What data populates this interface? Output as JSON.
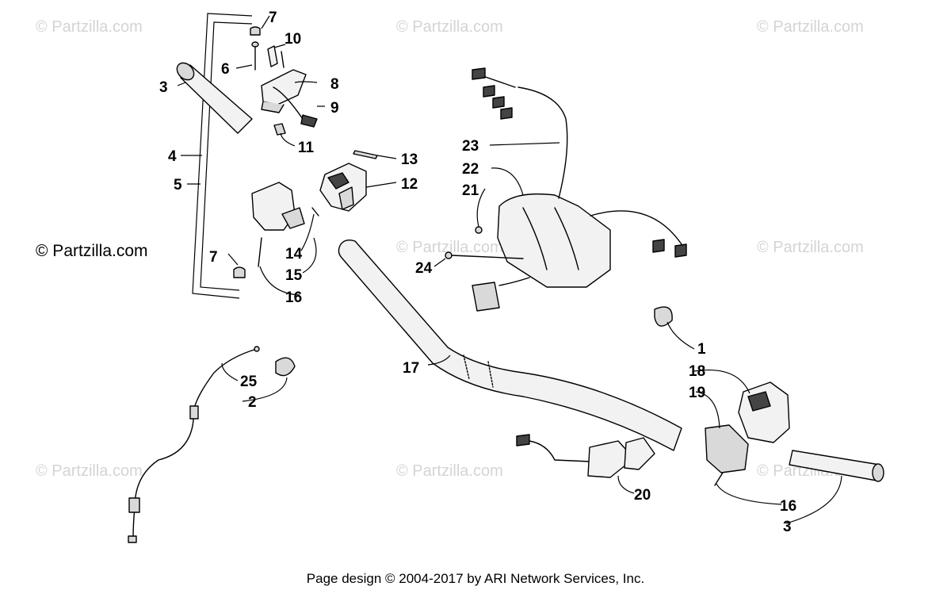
{
  "watermarks": {
    "main": "© Partzilla.com",
    "faint": "© Partzilla.com"
  },
  "callouts": {
    "c1": "1",
    "c2": "2",
    "c3a": "3",
    "c3b": "3",
    "c4": "4",
    "c5": "5",
    "c6": "6",
    "c7a": "7",
    "c7b": "7",
    "c8": "8",
    "c9": "9",
    "c10": "10",
    "c11": "11",
    "c12": "12",
    "c13": "13",
    "c14": "14",
    "c15": "15",
    "c16a": "16",
    "c16b": "16",
    "c17": "17",
    "c18": "18",
    "c19": "19",
    "c20": "20",
    "c21": "21",
    "c22": "22",
    "c23": "23",
    "c24": "24",
    "c25": "25"
  },
  "footer": "Page design © 2004-2017 by ARI Network Services, Inc."
}
